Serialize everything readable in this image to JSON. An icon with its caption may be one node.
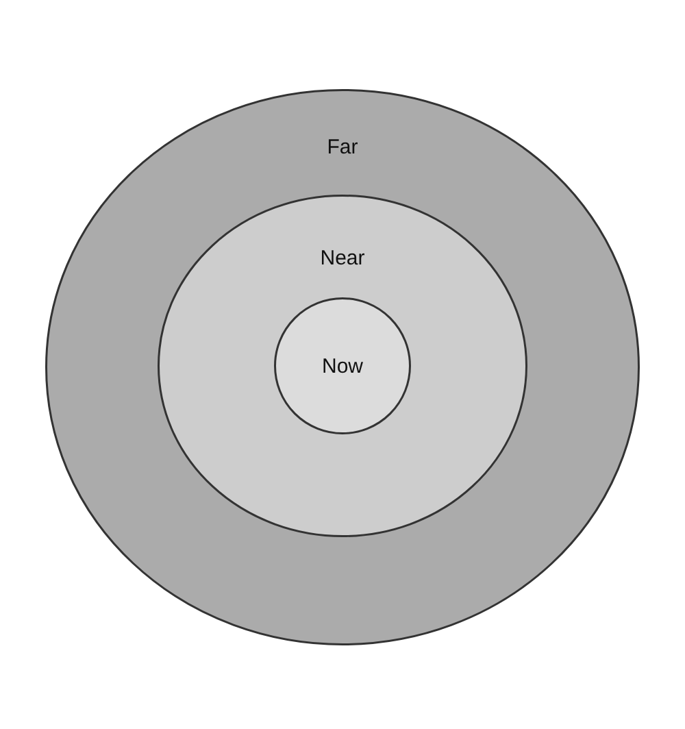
{
  "diagram": {
    "nodes": [
      {
        "text": [
          "Far"
        ]
      },
      {
        "text": [
          "Near"
        ],
        "in": 0
      },
      {
        "text": [
          "Now"
        ],
        "in": 1
      }
    ]
  }
}
